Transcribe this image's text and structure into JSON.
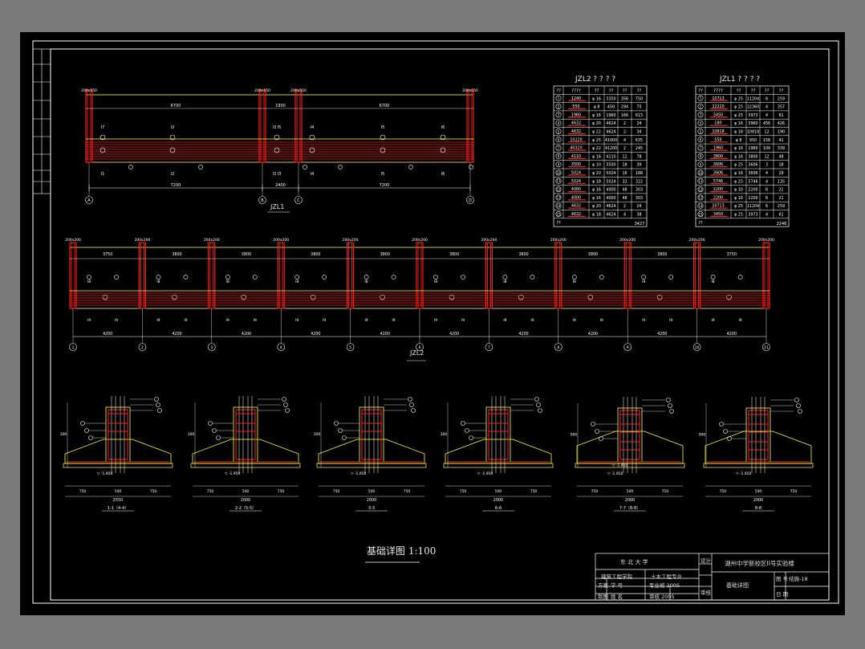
{
  "drawing": {
    "main_title": "基础详图  1:100",
    "beam_jzl1_label": "JZL1",
    "beam_jzl2_label": "JZL2"
  },
  "jzl1_beam": {
    "axes": [
      "A",
      "B",
      "C",
      "D"
    ],
    "spans_bottom": [
      "7200",
      "2400",
      "7200"
    ],
    "spans_top": [
      "6700",
      "1900",
      "6700"
    ],
    "top_notes": [
      "200x550",
      "200x550",
      "200x550",
      "200x550"
    ],
    "bar_marks_upper": [
      "l7",
      "l2",
      "l3 l5",
      "l4",
      "l5",
      "l6"
    ],
    "bar_marks_lower": [
      "l1",
      "l2",
      "l3 l3",
      "l4",
      "l5",
      "l6"
    ]
  },
  "jzl2_beam": {
    "axes": [
      "1",
      "2",
      "3",
      "4",
      "5",
      "6",
      "7",
      "8",
      "9",
      "10",
      "11"
    ],
    "spans": [
      "4200",
      "4200",
      "4200",
      "4200",
      "4200",
      "4200",
      "4200",
      "4200",
      "4200",
      "4200"
    ],
    "top_dims": [
      "3750",
      "3800",
      "3800",
      "3800",
      "3800",
      "3800",
      "3800",
      "3800",
      "3800",
      "3750"
    ],
    "col_notes": [
      "200x200",
      "200x200",
      "200x200",
      "200x200",
      "200x200",
      "200x200",
      "200x200",
      "200x200",
      "200x200",
      "200x200",
      "200x200"
    ]
  },
  "table_jzl2": {
    "title": "JZL2 ? ? ? ?",
    "headers": [
      "??",
      "????",
      "??",
      "??",
      "??",
      "??"
    ],
    "rows": [
      [
        "1",
        "1240",
        "φ 16",
        "3350",
        "356",
        "750"
      ],
      [
        "2",
        "550",
        "φ 8",
        "450",
        "294",
        "75"
      ],
      [
        "3",
        "1960",
        "φ 16",
        "1960",
        "166",
        "613"
      ],
      [
        "4",
        "4632",
        "φ 20",
        "4624",
        "2",
        "24"
      ],
      [
        "5",
        "4632",
        "φ 22",
        "4624",
        "2",
        "34"
      ],
      [
        "6",
        "10220",
        "φ 25",
        "41000",
        "4",
        "635"
      ],
      [
        "7",
        "40320",
        "φ 22",
        "41200",
        "2",
        "245"
      ],
      [
        "8",
        "4110",
        "φ 16",
        "4110",
        "12",
        "78"
      ],
      [
        "9",
        "3500",
        "φ 10",
        "3500",
        "18",
        "39"
      ],
      [
        "10",
        "5024",
        "φ 20",
        "5024",
        "16",
        "188"
      ],
      [
        "11",
        "5024",
        "φ 18",
        "5024",
        "32",
        "322"
      ],
      [
        "12",
        "4000",
        "φ 16",
        "4000",
        "48",
        "303"
      ],
      [
        "13",
        "4000",
        "φ 16",
        "4000",
        "48",
        "303"
      ],
      [
        "14",
        "4632",
        "φ 20",
        "4624",
        "2",
        "24"
      ],
      [
        "15",
        "4632",
        "φ 18",
        "4624",
        "4",
        "38"
      ]
    ],
    "total_label": "??",
    "total_value": "3427"
  },
  "table_jzl1": {
    "title": "JZL1 ? ? ? ?",
    "headers": [
      "??",
      "????",
      "??",
      "??",
      "??",
      "??"
    ],
    "rows": [
      [
        "1",
        "10713",
        "φ 25",
        "11204",
        "6",
        "259"
      ],
      [
        "2",
        "22220",
        "φ 25",
        "22360",
        "4",
        "357"
      ],
      [
        "3",
        "3450",
        "φ 25",
        "3973",
        "4",
        "61"
      ],
      [
        "4",
        "180",
        "φ 16",
        "3960",
        "456",
        "426"
      ],
      [
        "5",
        "10818",
        "φ 16",
        "10818",
        "12",
        "190"
      ],
      [
        "6",
        "550",
        "φ 8",
        "950",
        "156",
        "41"
      ],
      [
        "7",
        "1960",
        "φ 16",
        "1960",
        "109",
        "339"
      ],
      [
        "8",
        "3800",
        "φ 16",
        "3800",
        "12",
        "48"
      ],
      [
        "9",
        "3606",
        "φ 25",
        "3606",
        "3",
        "18"
      ],
      [
        "10",
        "3606",
        "φ 16",
        "3606",
        "4",
        "29"
      ],
      [
        "11",
        "5746",
        "φ 25",
        "5746",
        "4",
        "135"
      ],
      [
        "12",
        "2200",
        "φ 10",
        "2200",
        "6",
        "21"
      ],
      [
        "13",
        "2200",
        "φ 16",
        "2200",
        "6",
        "21"
      ],
      [
        "14",
        "10713",
        "φ 25",
        "11204",
        "6",
        "259"
      ],
      [
        "15",
        "3450",
        "φ 25",
        "3973",
        "4",
        "61"
      ]
    ],
    "total_label": "??",
    "total_value": "2246"
  },
  "sections": [
    {
      "label": "1-1（4-4）",
      "width": "2550",
      "dims": [
        "750",
        "500",
        "750"
      ],
      "height": "300",
      "levels": [
        "1.950"
      ]
    },
    {
      "label": "2-2（5-5）",
      "width": "2000",
      "dims": [
        "750",
        "500",
        "750"
      ],
      "height": "300",
      "levels": [
        "1.950"
      ]
    },
    {
      "label": "3-3",
      "width": "2000",
      "dims": [
        "750",
        "500",
        "750"
      ],
      "height": "300",
      "levels": [
        "1.950"
      ]
    },
    {
      "label": "6-6",
      "width": "2000",
      "dims": [
        "750",
        "500",
        "750"
      ],
      "height": "300",
      "levels": [
        "1.950"
      ]
    },
    {
      "label": "7-7（8-8）",
      "width": "2000",
      "dims": [
        "750",
        "500",
        "750"
      ],
      "height": "900",
      "levels": [
        "1.950",
        "1.950"
      ]
    },
    {
      "label": "8-8",
      "width": "2000",
      "dims": [
        "750",
        "500",
        "750"
      ],
      "height": "900",
      "levels": [
        "1.950"
      ]
    }
  ],
  "title_block": {
    "school": "东 北 大 学",
    "dept": "建筑工程学院",
    "major": "土木工程专业",
    "project": "湖州中学新校区II号实验楼",
    "drawing_name": "基础详图",
    "drawing_no": "结施-18",
    "label_no": "图 号",
    "label_date": "日 期",
    "label_design": "设计",
    "label_check": "审核",
    "label_plan": "方案",
    "label_draw": "制图",
    "cell_a": "学 号",
    "cell_b": "姓 名",
    "cell_c": "专业班 2005",
    "cell_d": "审核 2005"
  },
  "colors": {
    "red": "#ff2020",
    "yellow": "#ffff40",
    "white": "#ffffff",
    "sheet_bg": "#000000",
    "window_bg": "#7b7b7b"
  }
}
